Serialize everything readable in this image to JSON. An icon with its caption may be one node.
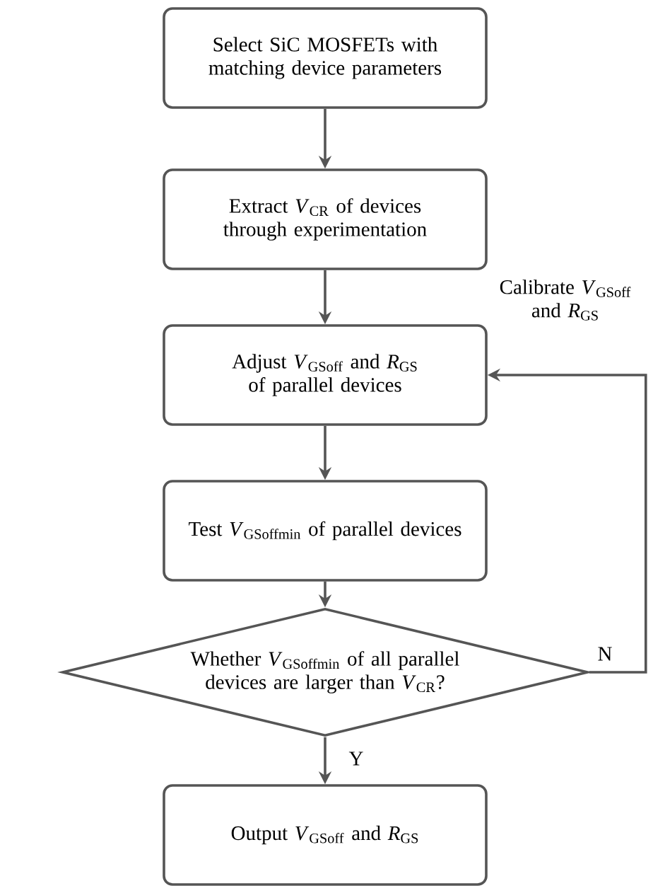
{
  "diagram": {
    "nodes": [
      {
        "text": [
          "Select SiC MOSFETs with matching device parameters"
        ]
      },
      {
        "text": [
          "Extract *V*$_{CR}$ of devices through experimentation"
        ]
      },
      {
        "text": [
          "Adjust *V*$_{GSoff}$ and *R*$_{GS}$ of parallel devices"
        ]
      },
      {
        "text": [
          "Test *V*$_{GSoffmin}$ of parallel devices"
        ]
      },
      {
        "text": [
          "Whether *V*$_{GSoffmin}$ of all parallel devices are larger than *V*$_{CR}$?"
        ]
      },
      {
        "text": [
          "Output *V*$_{GSoff}$ and *R*$_{GS}$"
        ]
      }
    ],
    "edges": [
      {
        "from": 0,
        "to": 1,
        "arrow": "to"
      },
      {
        "from": 1,
        "to": 2,
        "arrow": "to"
      },
      {
        "from": 2,
        "to": 3,
        "arrow": "to"
      },
      {
        "from": 3,
        "to": 4,
        "arrow": "to"
      },
      {
        "from": 4,
        "to": 5,
        "arrow": "to",
        "label": "Y"
      },
      {
        "from": 4,
        "to": 2,
        "arrow": "to",
        "label": "Calibrate *V*$_{GSoff}$ and *R*$_{GS}$"
      }
    ],
    "labels": [
      "N"
    ]
  }
}
